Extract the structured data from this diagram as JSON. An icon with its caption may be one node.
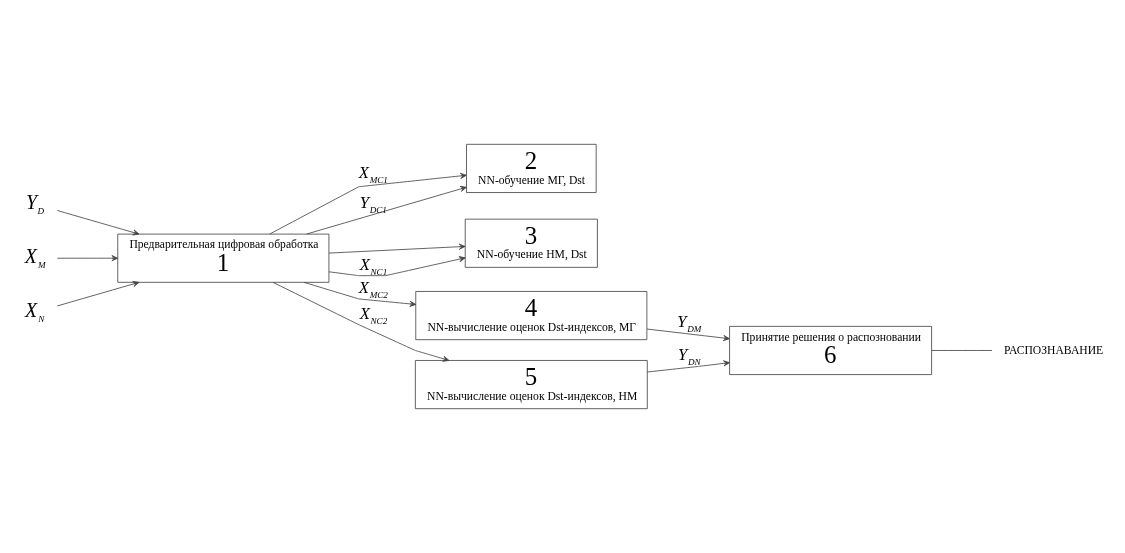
{
  "diagram": {
    "nodes": [
      {
        "text": [
          "Предварительная цифровая обработка",
          "1"
        ]
      },
      {
        "text": [
          "2",
          "NN-обучение МГ, Dst"
        ]
      },
      {
        "text": [
          "3",
          "NN-обучение НМ, Dst"
        ]
      },
      {
        "text": [
          "4",
          "NN-вычисление оценок Dst-индексов, МГ"
        ]
      },
      {
        "text": [
          "5",
          "NN-вычисление оценок Dst-индексов, НМ"
        ]
      },
      {
        "text": [
          "Принятие решения о распозновании",
          "6"
        ]
      },
      {
        "text": [
          "Y$_{D}$"
        ]
      },
      {
        "text": [
          "X$_{M}$"
        ]
      },
      {
        "text": [
          "X$_{N}$"
        ]
      },
      {
        "text": [
          "РАСПОЗНАВАНИЕ"
        ]
      }
    ],
    "edges": [
      {
        "from": 6,
        "to": 0,
        "arrow": "to"
      },
      {
        "from": 7,
        "to": 0,
        "arrow": "to"
      },
      {
        "from": 8,
        "to": 0,
        "arrow": "to"
      },
      {
        "from": 0,
        "to": 1,
        "arrow": "to",
        "label": "X$_{MC1}$"
      },
      {
        "from": 0,
        "to": 1,
        "arrow": "to",
        "label": "Y$_{DC1}$"
      },
      {
        "from": 0,
        "to": 2,
        "arrow": "to"
      },
      {
        "from": 0,
        "to": 2,
        "arrow": "to",
        "label": "X$_{NC1}$"
      },
      {
        "from": 0,
        "to": 3,
        "arrow": "to",
        "label": "X$_{MC2}$"
      },
      {
        "from": 0,
        "to": 4,
        "arrow": "to",
        "label": "X$_{NC2}$"
      },
      {
        "from": 3,
        "to": 5,
        "arrow": "to",
        "label": "Y$_{DM}$"
      },
      {
        "from": 4,
        "to": 5,
        "arrow": "to",
        "label": "Y$_{DN}$"
      },
      {
        "from": 5,
        "to": 9,
        "arrow": "none"
      }
    ]
  }
}
